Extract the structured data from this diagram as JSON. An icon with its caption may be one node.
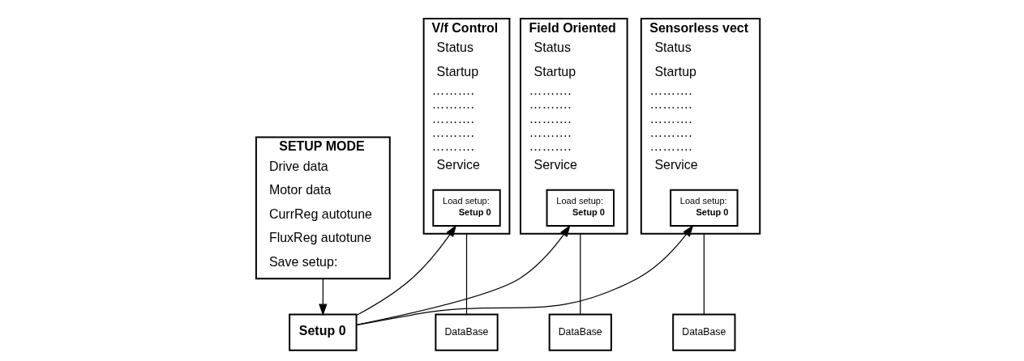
{
  "diagram": {
    "nodes": [
      {
        "text": [
          "SETUP MODE",
          "Drive data",
          "Motor data",
          "CurrReg autotune",
          "FluxReg autotune",
          "Save setup:"
        ]
      },
      {
        "text": [
          "V/f Control",
          "Status",
          "Startup",
          "……….",
          "……….",
          "……….",
          "……….",
          "……….",
          "Service"
        ]
      },
      {
        "text": [
          "Load setup:",
          "Setup 0"
        ],
        "in": 1
      },
      {
        "text": [
          "DataBase"
        ]
      },
      {
        "text": [
          "Field Oriented",
          "Status",
          "Startup",
          "……….",
          "……….",
          "……….",
          "……….",
          "……….",
          "Service"
        ]
      },
      {
        "text": [
          "Load setup:",
          "Setup 0"
        ],
        "in": 4
      },
      {
        "text": [
          "DataBase"
        ]
      },
      {
        "text": [
          "Sensorless vect",
          "Status",
          "Startup",
          "……….",
          "……….",
          "……….",
          "……….",
          "……….",
          "Service"
        ]
      },
      {
        "text": [
          "Load setup:",
          "Setup 0"
        ],
        "in": 7
      },
      {
        "text": [
          "DataBase"
        ]
      },
      {
        "text": [
          "Setup 0"
        ]
      }
    ],
    "edges": [
      {
        "from": 0,
        "to": 10,
        "arrow": "to"
      },
      {
        "from": 10,
        "to": 2,
        "arrow": "to"
      },
      {
        "from": 10,
        "to": 5,
        "arrow": "to"
      },
      {
        "from": 10,
        "to": 8,
        "arrow": "to"
      },
      {
        "from": 1,
        "to": 3,
        "arrow": "none"
      },
      {
        "from": 4,
        "to": 6,
        "arrow": "none"
      },
      {
        "from": 7,
        "to": 9,
        "arrow": "none"
      }
    ]
  }
}
